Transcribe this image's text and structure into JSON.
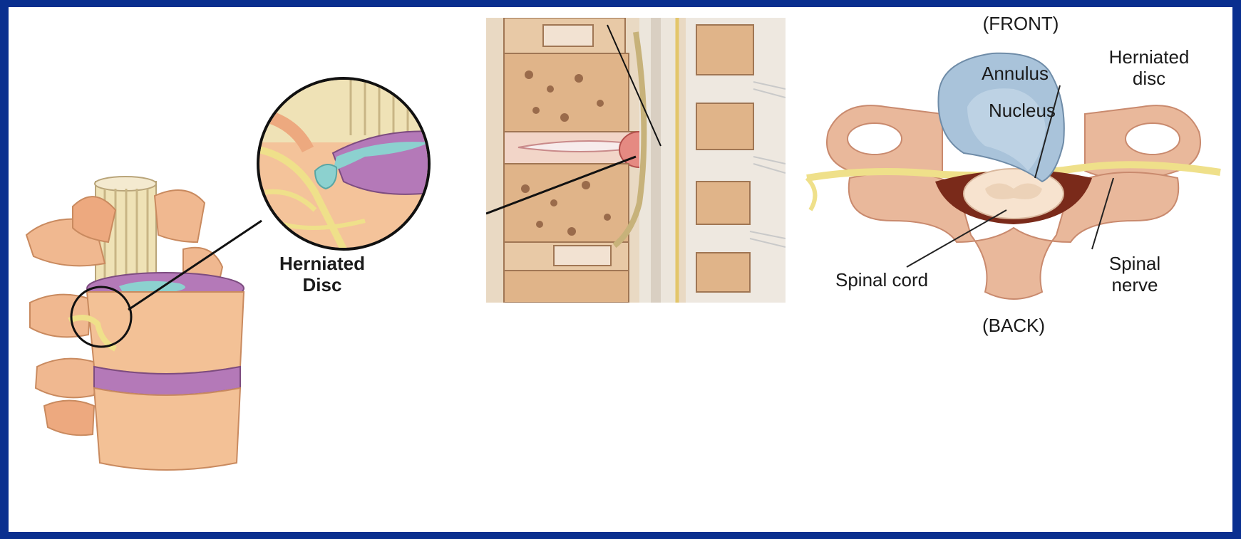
{
  "colors": {
    "frame_border": "#0a2f8f",
    "background": "#ffffff",
    "vertebra": "#f0b890",
    "disc_annulus": "#b479b8",
    "disc_nucleus": "#8cd1cf",
    "nerve": "#efe08a",
    "cross_section_disc": "#a9c3da"
  },
  "panel_left": {
    "callout_label_line1": "Herniated",
    "callout_label_line2": "Disc"
  },
  "panel_right": {
    "front_label": "(FRONT)",
    "annulus_label": "Annulus",
    "nucleus_label": "Nucleus",
    "herniated_label_line1": "Herniated",
    "herniated_label_line2": "disc",
    "spinal_cord_label": "Spinal cord",
    "spinal_nerve_line1": "Spinal",
    "spinal_nerve_line2": "nerve",
    "back_label": "(BACK)"
  }
}
